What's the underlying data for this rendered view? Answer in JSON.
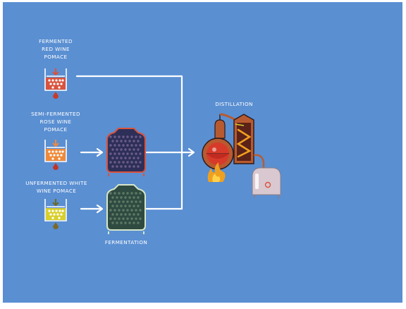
{
  "labels": {
    "red_line1": "FERMENTED",
    "red_line2": "RED WINE",
    "red_line3": "POMACE",
    "rose_line1": "SEMI-FERMENTED",
    "rose_line2": "ROSE WINE",
    "rose_line3": "POMACE",
    "white_line1": "UNFERMENTED WHITE",
    "white_line2": "WINE POMACE",
    "fermentation": "FERMENTATION",
    "distillation": "DISTILLATION"
  },
  "icons": {
    "red_press": "press-icon",
    "rose_press": "press-icon",
    "white_press": "press-icon",
    "vat_dark": "fermentation-vat-icon",
    "vat_green": "fermentation-vat-icon",
    "still": "pot-still-icon",
    "column": "distillation-column-icon",
    "receiver": "receiving-tank-icon",
    "fire": "fire-icon"
  },
  "colors": {
    "background": "#5a8fd2",
    "outer_frame": "#ffffff",
    "line": "#ffffff",
    "red_pomace": "#d9533d",
    "rose_pomace": "#ef8a3a",
    "white_pomace": "#d8cf2c",
    "vat_dark_grapes": "#2e2f58",
    "vat_green_grapes": "#2f4a40",
    "copper": "#b85a30",
    "flame": "#f0a020",
    "receiver": "#d9c8cf"
  }
}
